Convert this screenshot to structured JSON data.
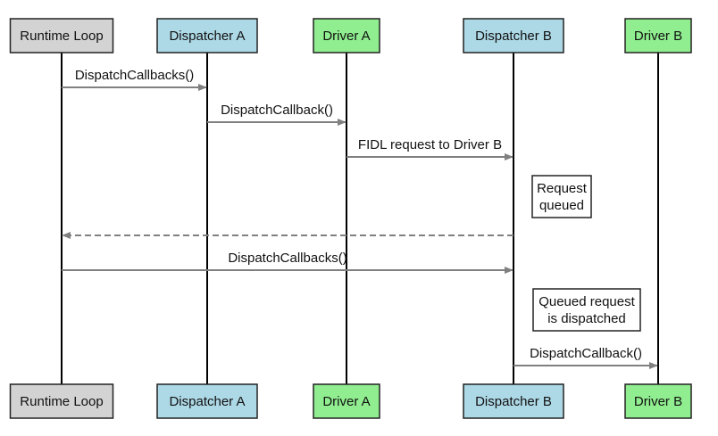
{
  "participants": [
    {
      "id": "runtime",
      "label": "Runtime Loop",
      "color": "#d3d3d3"
    },
    {
      "id": "dispA",
      "label": "Dispatcher A",
      "color": "#add8e6"
    },
    {
      "id": "drvA",
      "label": "Driver A",
      "color": "#90ee90"
    },
    {
      "id": "dispB",
      "label": "Dispatcher B",
      "color": "#add8e6"
    },
    {
      "id": "drvB",
      "label": "Driver B",
      "color": "#90ee90"
    }
  ],
  "messages": [
    {
      "from": "runtime",
      "to": "dispA",
      "label": "DispatchCallbacks()",
      "style": "solid"
    },
    {
      "from": "dispA",
      "to": "drvA",
      "label": "DispatchCallback()",
      "style": "solid"
    },
    {
      "from": "drvA",
      "to": "dispB",
      "label": "FIDL request to Driver B",
      "style": "solid"
    },
    {
      "from": "dispB",
      "to": "runtime",
      "label": "",
      "style": "dashed"
    },
    {
      "from": "runtime",
      "to": "dispB",
      "label": "DispatchCallbacks()",
      "style": "solid"
    },
    {
      "from": "dispB",
      "to": "drvB",
      "label": "DispatchCallback()",
      "style": "solid"
    }
  ],
  "notes": [
    {
      "over": "dispB",
      "lines": [
        "Request",
        "queued"
      ]
    },
    {
      "over": "dispB",
      "lines": [
        "Queued request",
        "is dispatched"
      ]
    }
  ],
  "colors": {
    "lifeline": "#000000",
    "arrow": "#808080",
    "box_border": "#222222",
    "text": "#111111"
  }
}
